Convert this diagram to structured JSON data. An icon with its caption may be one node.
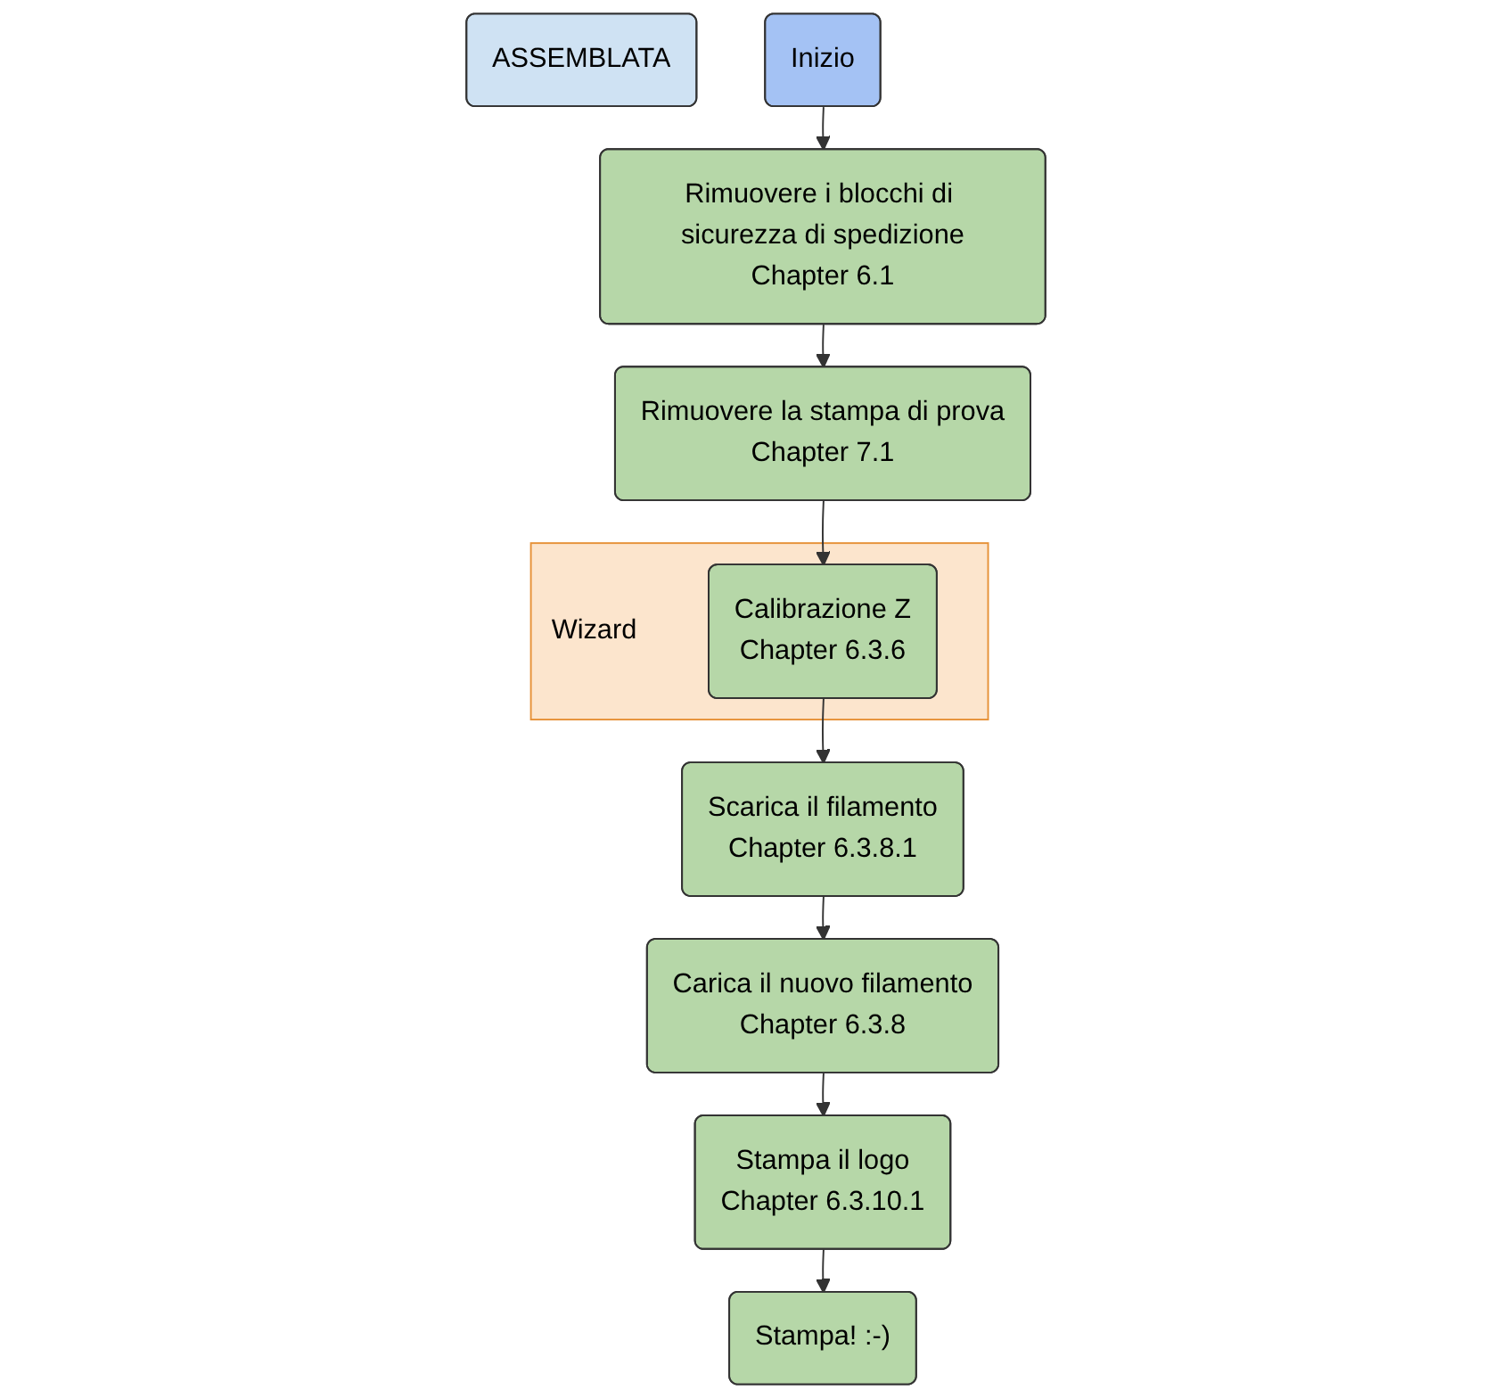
{
  "diagram": {
    "nodes": [
      {
        "text": [
          "ASSEMBLATA"
        ]
      },
      {
        "text": [
          "Inizio"
        ]
      },
      {
        "text": [
          "Rimuovere i blocchi di sicurezza di spedizione",
          "Chapter 6.1"
        ]
      },
      {
        "text": [
          "Rimuovere la stampa di prova",
          "Chapter 7.1"
        ]
      },
      {
        "text": [
          "Wizard"
        ]
      },
      {
        "text": [
          "Calibrazione Z",
          "Chapter 6.3.6"
        ],
        "in": 4
      },
      {
        "text": [
          "Scarica il filamento",
          "Chapter 6.3.8.1"
        ]
      },
      {
        "text": [
          "Carica il nuovo filamento",
          "Chapter 6.3.8"
        ]
      },
      {
        "text": [
          "Stampa il logo",
          "Chapter 6.3.10.1"
        ]
      },
      {
        "text": [
          "Stampa! :-)"
        ]
      }
    ],
    "edges": [
      {
        "from": 1,
        "to": 2,
        "arrow": "to"
      },
      {
        "from": 2,
        "to": 3,
        "arrow": "to"
      },
      {
        "from": 3,
        "to": 5,
        "arrow": "to"
      },
      {
        "from": 5,
        "to": 6,
        "arrow": "to"
      },
      {
        "from": 6,
        "to": 7,
        "arrow": "to"
      },
      {
        "from": 7,
        "to": 8,
        "arrow": "to"
      },
      {
        "from": 8,
        "to": 9,
        "arrow": "to"
      }
    ]
  }
}
